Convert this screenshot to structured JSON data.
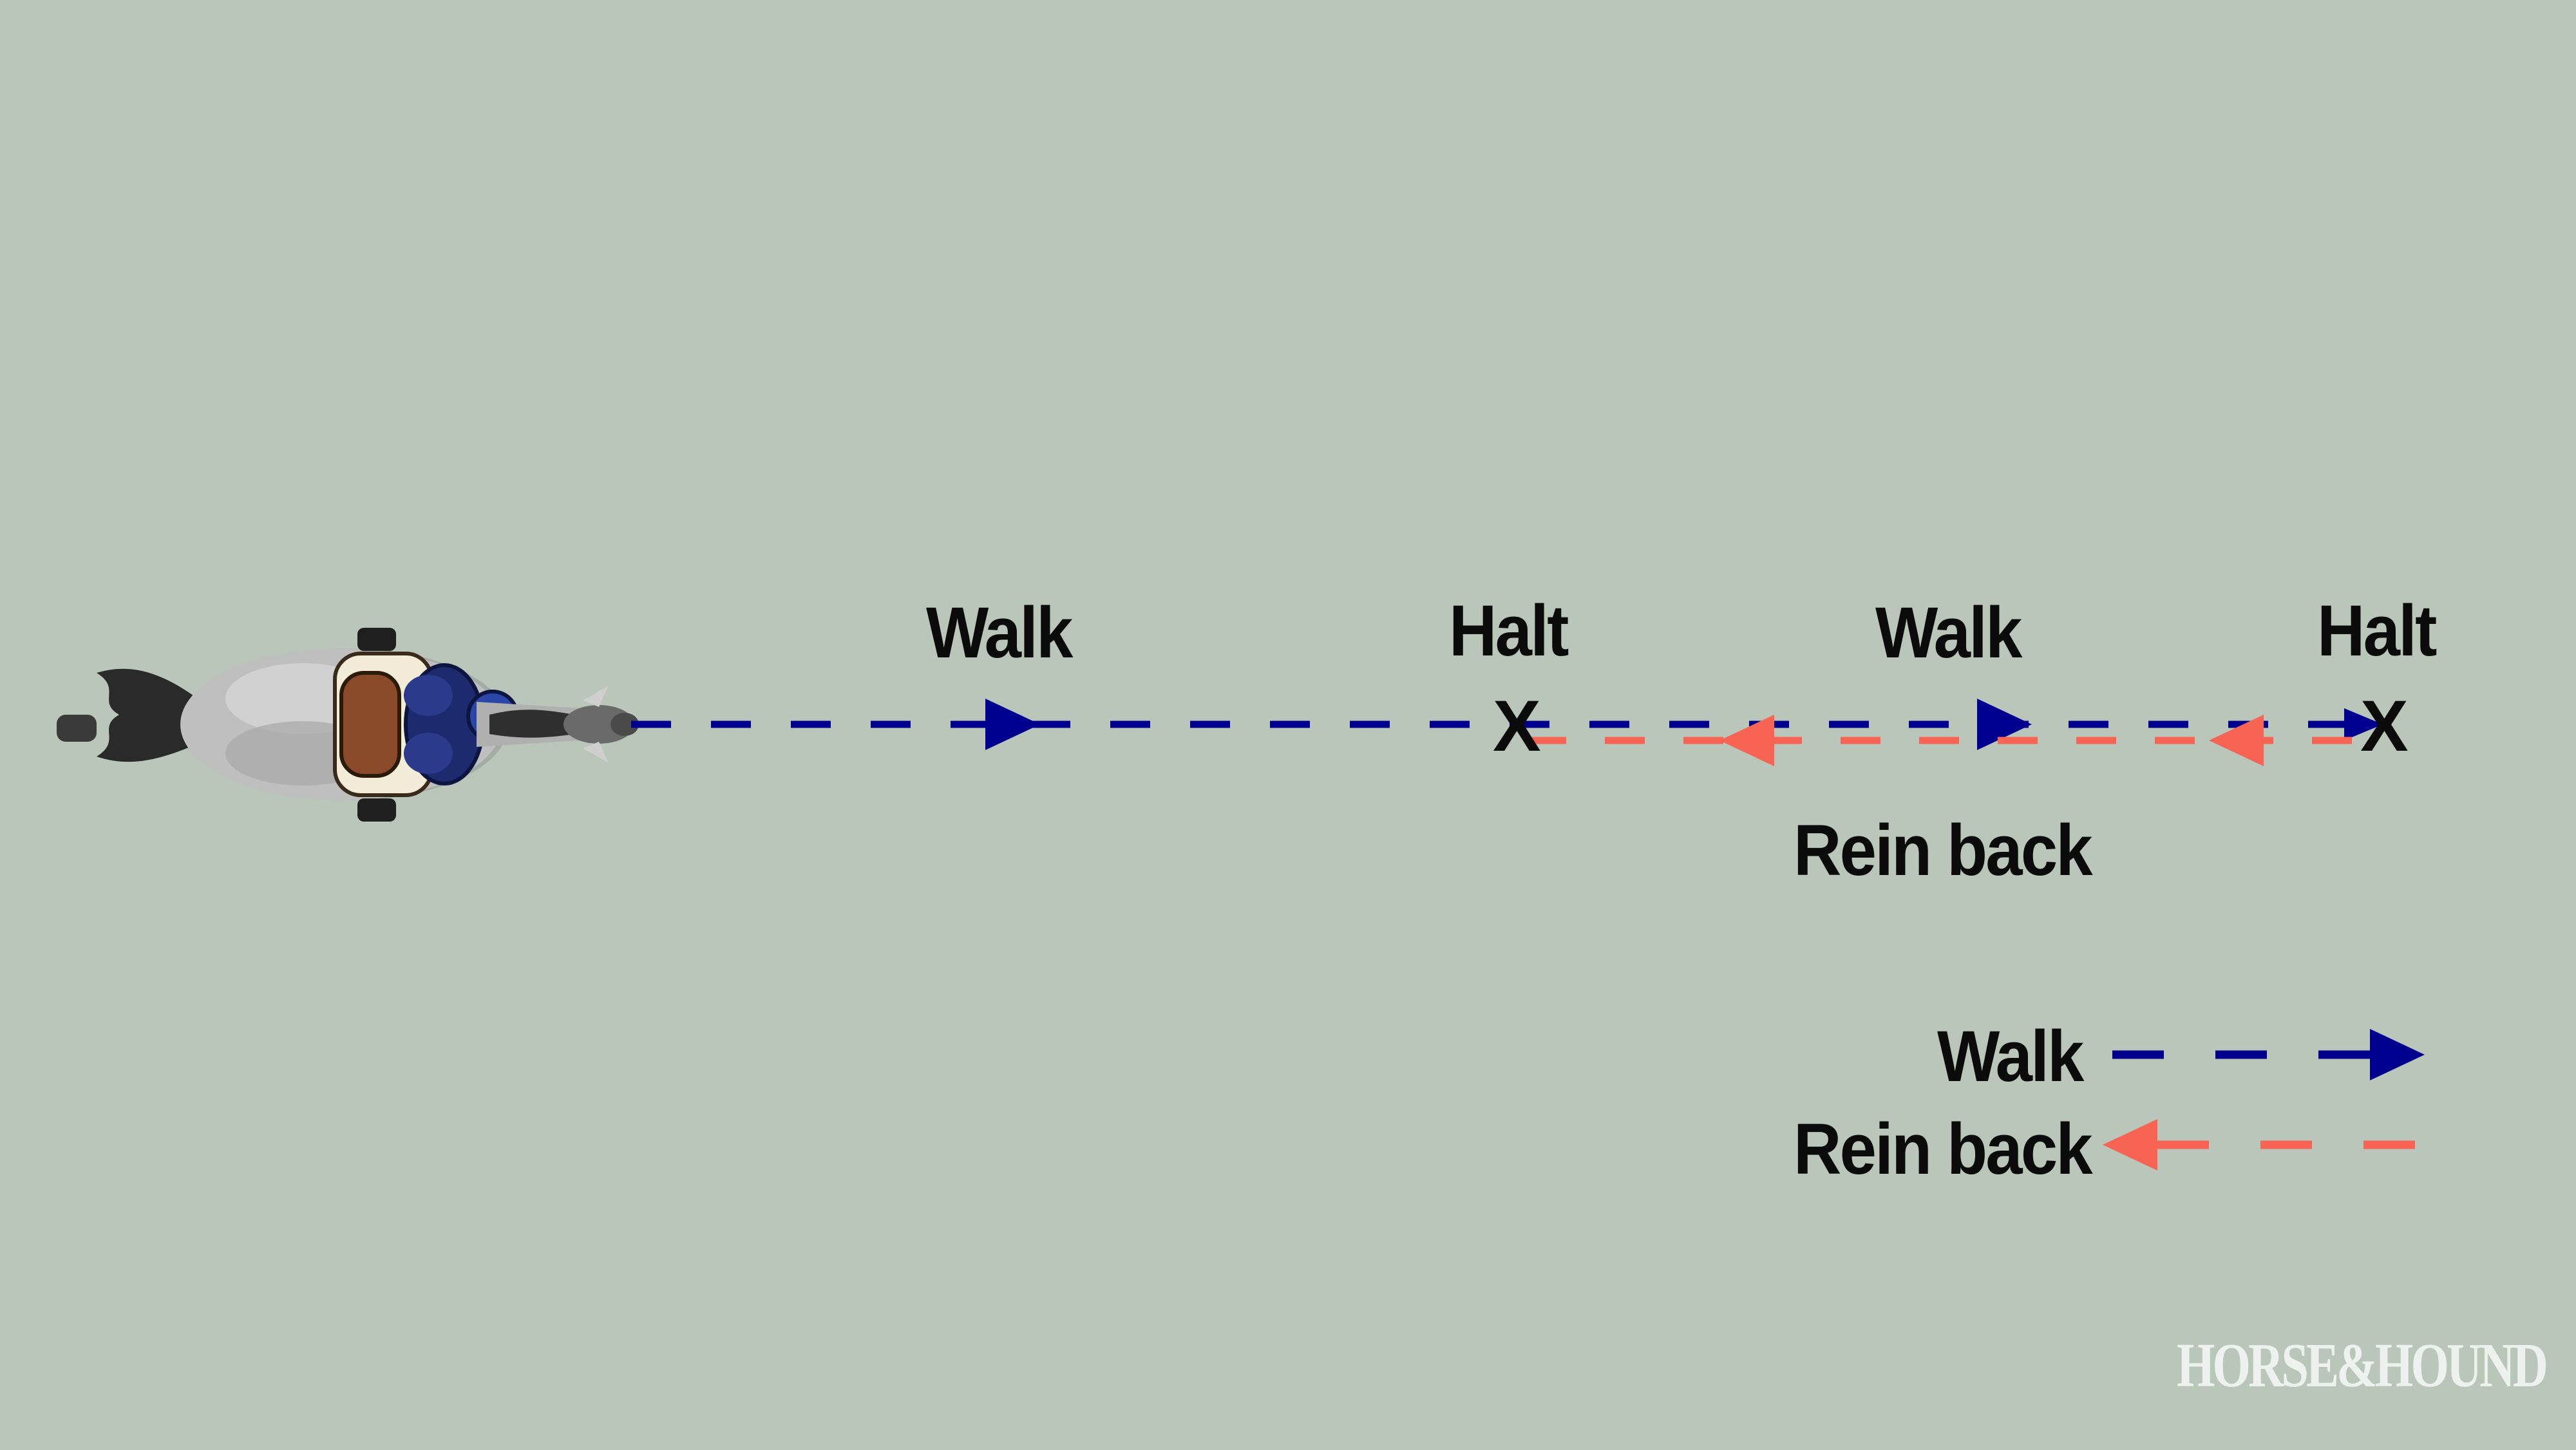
{
  "colors": {
    "background": "#b9c6b9",
    "walk": "#00008f",
    "rein_back": "#f86454",
    "text": "#0b0b0b",
    "brand": "#eef2ee"
  },
  "icons": {
    "horse": "horse-and-rider-top-view-icon"
  },
  "path_labels": {
    "walk_1": "Walk",
    "halt_1": "Halt",
    "walk_2": "Walk",
    "halt_2": "Halt",
    "halt_marker": "X",
    "rein_back": "Rein back"
  },
  "legend": {
    "walk": "Walk",
    "rein_back": "Rein back"
  },
  "brand": {
    "logo_text": "HORSE&HOUND"
  }
}
